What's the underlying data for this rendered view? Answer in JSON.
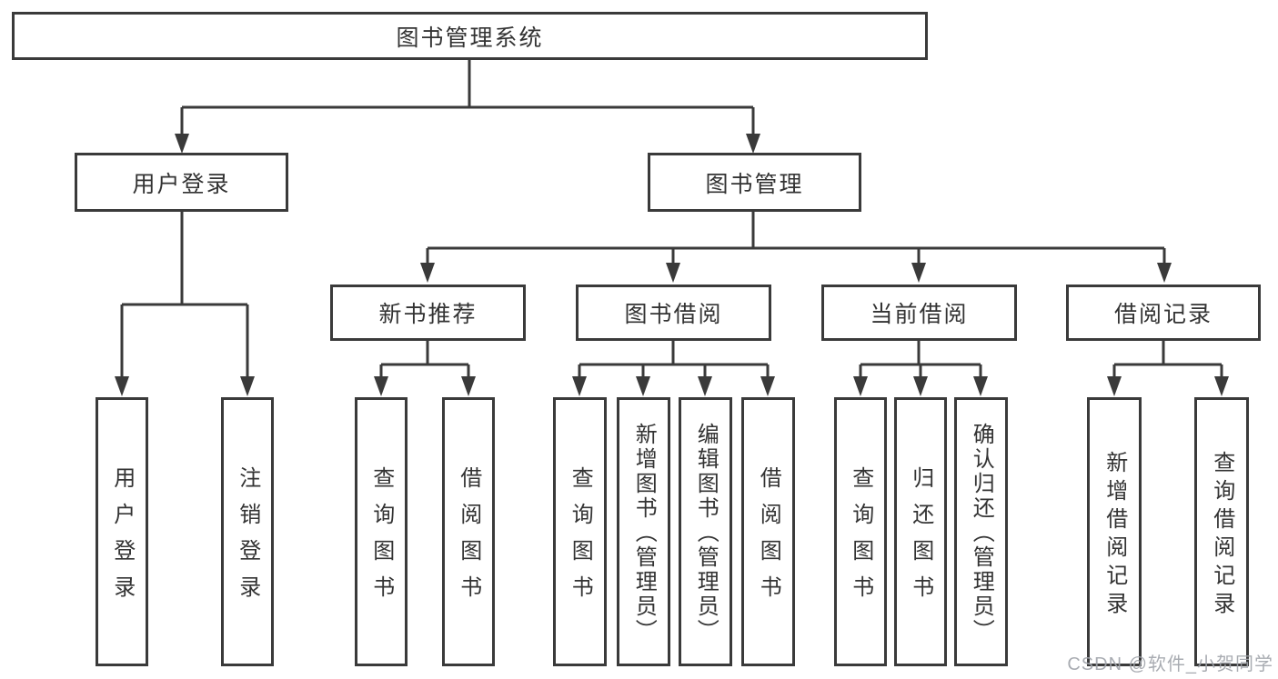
{
  "diagram": {
    "root": {
      "label": "图书管理系统"
    },
    "level2": {
      "user_login": {
        "label": "用户登录"
      },
      "book_management": {
        "label": "图书管理"
      }
    },
    "level3": {
      "new_book_recommend": {
        "label": "新书推荐"
      },
      "book_borrow": {
        "label": "图书借阅"
      },
      "current_borrow": {
        "label": "当前借阅"
      },
      "borrow_record": {
        "label": "借阅记录"
      }
    },
    "leaves": {
      "user_login": [
        "用户登录",
        "注销登录"
      ],
      "new_book_recommend": [
        "查询图书",
        "借阅图书"
      ],
      "book_borrow": [
        "查询图书",
        "新增图书（管理员）",
        "编辑图书（管理员）",
        "借阅图书"
      ],
      "current_borrow": [
        "查询图书",
        "归还图书",
        "确认归还（管理员）"
      ],
      "borrow_record": [
        "新增借阅记录",
        "查询借阅记录"
      ]
    }
  },
  "watermark": {
    "text": "CSDN @软件_小贺同学"
  },
  "colors": {
    "line": "#3a3a3a",
    "box_border": "#3a3a3a",
    "box_fill": "#ffffff",
    "text": "#333333",
    "watermark": "#a0a4aa"
  }
}
